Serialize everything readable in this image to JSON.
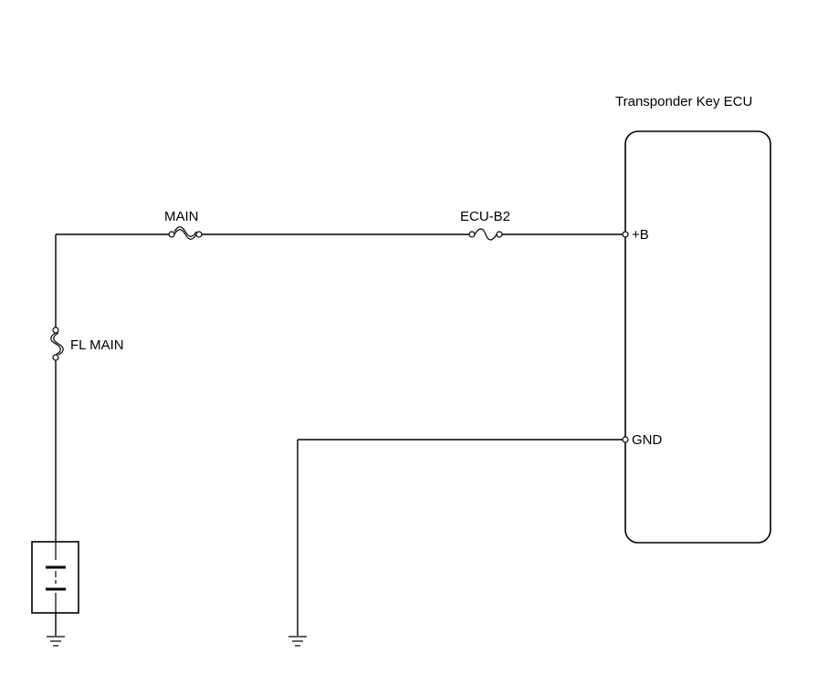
{
  "ecu": {
    "title": "Transponder Key ECU",
    "pins": {
      "power": "+B",
      "ground": "GND"
    }
  },
  "fuses": {
    "main": "MAIN",
    "ecu_b2": "ECU-B2",
    "fl_main": "FL MAIN"
  },
  "icons": {
    "battery": "battery-icon",
    "ground": "ground-icon",
    "fuse": "fuse-icon",
    "fusible_link": "fusible-link-icon"
  }
}
